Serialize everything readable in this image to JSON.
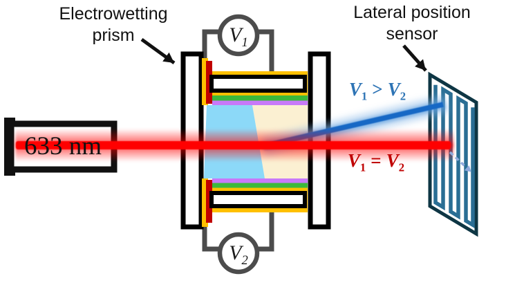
{
  "labels": {
    "prism_label_line1": "Electrowetting",
    "prism_label_line2": "prism",
    "sensor_label_line1": "Lateral position",
    "sensor_label_line2": "sensor",
    "laser_wavelength": "633 nm"
  },
  "meters": {
    "top": {
      "symbol": "V",
      "subscript": "1"
    },
    "bottom": {
      "symbol": "V",
      "subscript": "2"
    }
  },
  "beam_conditions": {
    "deflected": {
      "lhs": "V",
      "lhs_sub": "1",
      "operator": ">",
      "rhs": "V",
      "rhs_sub": "2"
    },
    "straight": {
      "lhs": "V",
      "lhs_sub": "1",
      "operator": "=",
      "rhs": "V",
      "rhs_sub": "2"
    }
  },
  "colors": {
    "beam_red": "#FF0400",
    "beam_blue": "#1768C5",
    "beam_blue_glow": "#7FB2E5",
    "condition_blue_text": "#2E74B5",
    "condition_red_text": "#C00000",
    "liquid_left_blue": "#8CD9F8",
    "liquid_right_cream": "#FBF0D2",
    "layer_green": "#3CB93C",
    "layer_purple": "#C879F9",
    "electrode_yellow": "#FFC000",
    "electrode_red_bar": "#C00000",
    "wire_gray": "#4C4C4C",
    "sensor_frame_dark": "#0E3644",
    "sensor_trace_teal": "#2A6E94",
    "shift_arrow_blue": "#8FAADC",
    "annotation_black": "#111111",
    "glass_white": "#FFFFFF"
  }
}
